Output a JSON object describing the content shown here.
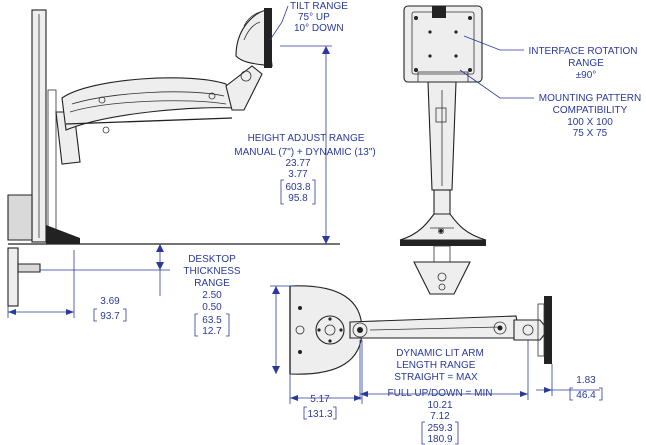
{
  "tilt": {
    "title": "TILT RANGE",
    "up": "75° UP",
    "down": "10° DOWN"
  },
  "rotation": {
    "title": "INTERFACE ROTATION",
    "line2": "RANGE",
    "value": "±90°"
  },
  "mounting": {
    "title": "MOUNTING PATTERN",
    "line2": "COMPATIBILITY",
    "v1": "100 X 100",
    "v2": "75 X 75"
  },
  "height": {
    "title": "HEIGHT ADJUST RANGE",
    "subtitle": "MANUAL (7\") + DYNAMIC (13\")",
    "in_max": "23.77",
    "in_min": "3.77",
    "mm_max": "603.8",
    "mm_min": "95.8"
  },
  "desktop": {
    "line1": "DESKTOP",
    "line2": "THICKNESS",
    "line3": "RANGE",
    "in_max": "2.50",
    "in_min": "0.50",
    "mm_max": "63.5",
    "mm_min": "12.7"
  },
  "base_offset": {
    "in": "3.69",
    "mm": "93.7"
  },
  "arm": {
    "line1": "DYNAMIC LIT ARM",
    "line2": "LENGTH RANGE",
    "straight": "STRAIGHT = MAX",
    "full": "FULL UP/DOWN = MIN",
    "in_max": "10.21",
    "in_min": "7.12",
    "mm_max": "259.3",
    "mm_min": "180.9"
  },
  "clamp_depth": {
    "in": "5.17",
    "mm": "131.3"
  },
  "head_depth": {
    "in": "1.83",
    "mm": "46.4"
  },
  "colors": {
    "dimension": "#2a3a9a",
    "linework": "#222222"
  }
}
